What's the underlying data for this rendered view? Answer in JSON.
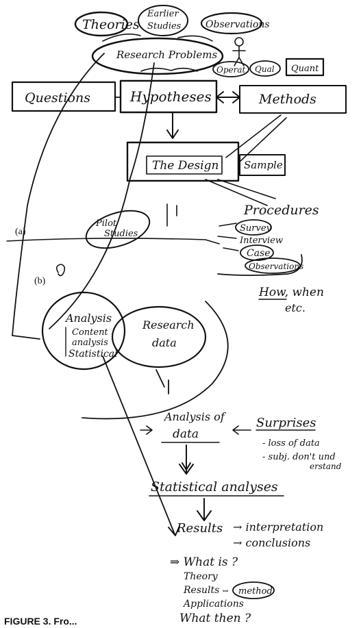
{
  "nodes": {
    "theories": "Theories",
    "earlier_studies_1": "Earlier",
    "earlier_studies_2": "Studies",
    "observations_top": "Observations",
    "research_problems": "Research Problems",
    "operat": "Operat",
    "qual": "Qual",
    "quant": "Quant",
    "questions": "Questions",
    "hypotheses": "Hypotheses",
    "methods": "Methods",
    "the_design": "The Design",
    "sample": "Sample",
    "procedures": "Procedures",
    "survey": "Survey",
    "interview": "Interview",
    "case": "Case",
    "observations_proc": "Observations",
    "how_when": "How, when",
    "etc": "etc.",
    "pilot_1": "Pilot",
    "pilot_2": "Studies",
    "label_a": "(a)",
    "label_b": "(b)",
    "analysis": "Analysis",
    "content_analysis_1": "Content",
    "content_analysis_2": "analysis",
    "statistical": "Statistical",
    "research_data_1": "Research",
    "research_data_2": "data",
    "analysis_of": "Analysis of",
    "data": "data",
    "surprises": "Surprises",
    "loss_of_data": "- loss of data",
    "subj_dont_1": "- subj. don't und",
    "subj_dont_2": "erstand",
    "statistical_analyses": "Statistical analyses",
    "results": "Results",
    "interpretation": "→ interpretation",
    "conclusions": "→ conclusions",
    "what_is": "⇒ What is ?",
    "theory": "Theory",
    "results_2": "Results",
    "method": "method",
    "applications": "Applications",
    "what_then": "What then ?"
  },
  "caption": "FIGURE 3. Fro..."
}
